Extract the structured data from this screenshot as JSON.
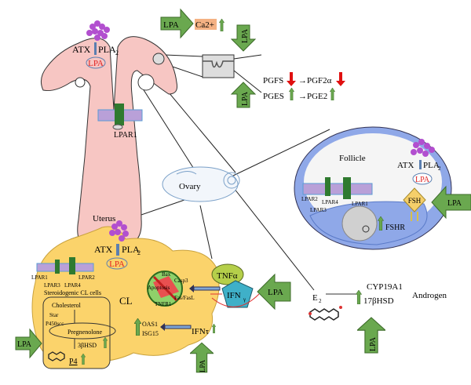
{
  "colors": {
    "uterus": "#f7c6c3",
    "cl": "#fbd36b",
    "follicle_cells": "#8fa8e8",
    "lpa_arrow": "#6aa84f",
    "lpa_text": "#e02020",
    "atx_cluster": "#b24fcf",
    "membrane": "#b9a0d8",
    "receptor": "#2f7a2f",
    "ca_box": "#f4b183",
    "tnf": "#b5cf4a",
    "ifn": "#3fb0c8",
    "fsh": "#f5cf6a",
    "down_arrow": "#e01010"
  },
  "uterus": {
    "label": "Uterus",
    "atx": "ATX",
    "pla2": "PLA",
    "pla2_sub": "2",
    "lpa": "LPA",
    "receptor": "LPAR1",
    "ca_lpa": "LPA",
    "ca": "Ca2+",
    "lpa_top": "LPA",
    "lpa_bottom": "LPA",
    "pgfs": "PGFS",
    "pgf2a": "→PGF2α",
    "pges": "PGES",
    "pge2": "→PGE2"
  },
  "ovary": {
    "label": "Ovary"
  },
  "follicle": {
    "label": "Follicle",
    "atx": "ATX",
    "pla2": "PLA",
    "pla2_sub": "2",
    "lpa": "LPA",
    "receptors": [
      "LPAR2",
      "LPAR4",
      "LPAR1",
      "LPAR3"
    ],
    "fsh": "FSH",
    "fshr": "FSHR",
    "lpa_side": "LPA",
    "e2": "E",
    "e2_sub": "2",
    "cyp": "CYP19A1",
    "hsd": "17βHSD",
    "androgen": "Androgen",
    "lpa_bottom": "LPA"
  },
  "cl": {
    "label": "CL",
    "atx": "ATX",
    "pla2": "PLA",
    "pla2_sub": "2",
    "lpa": "LPA",
    "receptors": [
      "LPAR1",
      "LPAR3",
      "LPAR2",
      "LPAR4"
    ],
    "steroid_title": "Steroidogenic CL cells",
    "cholesterol": "Cholesterol",
    "star": "Star",
    "p450": "P450scc",
    "pregnenolone": "Pregnenolone",
    "hsd3b": "3βHSD",
    "p4": "P4",
    "lpa_left": "LPA",
    "apoptosis": [
      "Bax",
      "Casp3",
      "Apoptosis",
      "TNFR1",
      "Fas/FasL"
    ],
    "tnf": "TNFα",
    "ifng": "IFN",
    "ifng_sub": "γ",
    "lpa_right": "LPA",
    "oas1": "OAS1",
    "isg15": "ISG15",
    "ifnt": "IFNτ",
    "lpa_bottom": "LPA"
  }
}
